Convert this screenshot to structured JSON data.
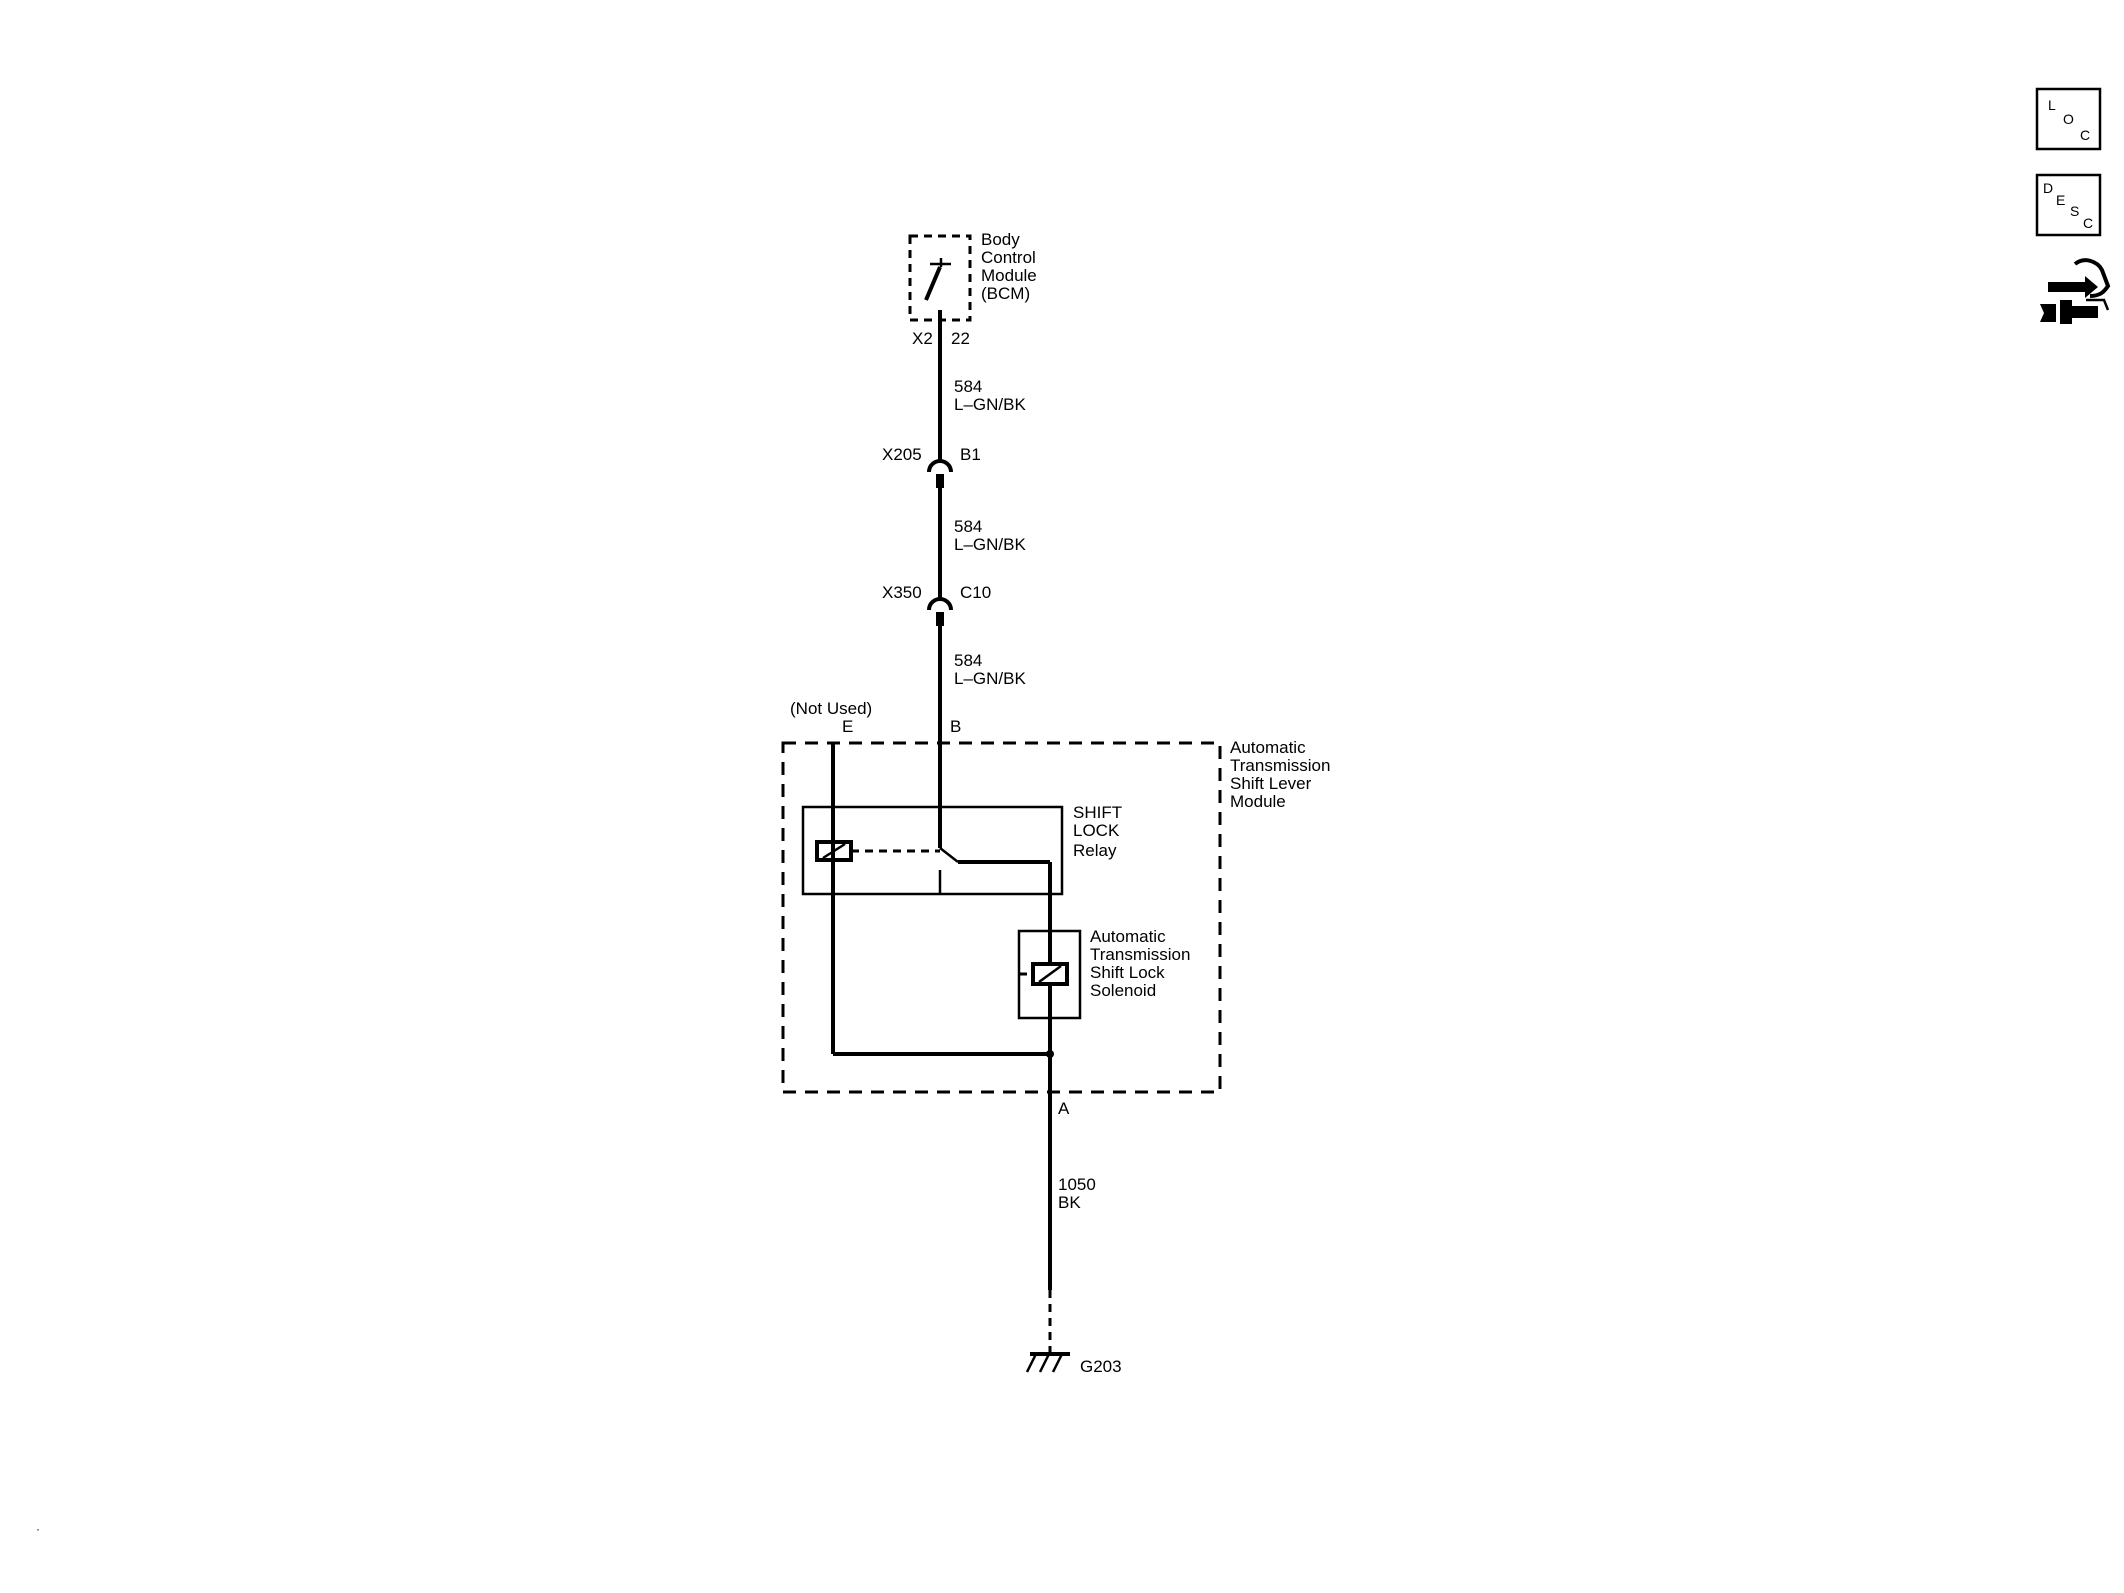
{
  "bcm": {
    "name_lines": [
      "Body",
      "Control",
      "Module",
      "(BCM)"
    ],
    "connector": "X2",
    "pin": "22"
  },
  "wire_segments": [
    {
      "circuit": "584",
      "color": "L–GN/BK"
    },
    {
      "circuit": "584",
      "color": "L–GN/BK"
    },
    {
      "circuit": "584",
      "color": "L–GN/BK"
    }
  ],
  "inline_connectors": [
    {
      "name": "X205",
      "pin": "B1"
    },
    {
      "name": "X350",
      "pin": "C10"
    }
  ],
  "module": {
    "name_lines": [
      "Automatic",
      "Transmission",
      "Shift Lever",
      "Module"
    ],
    "pin_e": "E",
    "pin_e_note": "(Not Used)",
    "pin_b": "B",
    "pin_a": "A"
  },
  "relay": {
    "name_lines": [
      "SHIFT",
      "LOCK",
      "Relay"
    ]
  },
  "solenoid": {
    "name_lines": [
      "Automatic",
      "Transmission",
      "Shift Lock",
      "Solenoid"
    ]
  },
  "ground_wire": {
    "circuit": "1050",
    "color": "BK"
  },
  "ground": {
    "name": "G203"
  },
  "side_buttons": [
    {
      "name": "loc",
      "letters": [
        "L",
        "O",
        "C"
      ]
    },
    {
      "name": "desc",
      "letters": [
        "D",
        "E",
        "S",
        "C"
      ]
    },
    {
      "name": "connector-end-view",
      "icon": "connector-hand-icon"
    }
  ],
  "corner_mark": "·"
}
